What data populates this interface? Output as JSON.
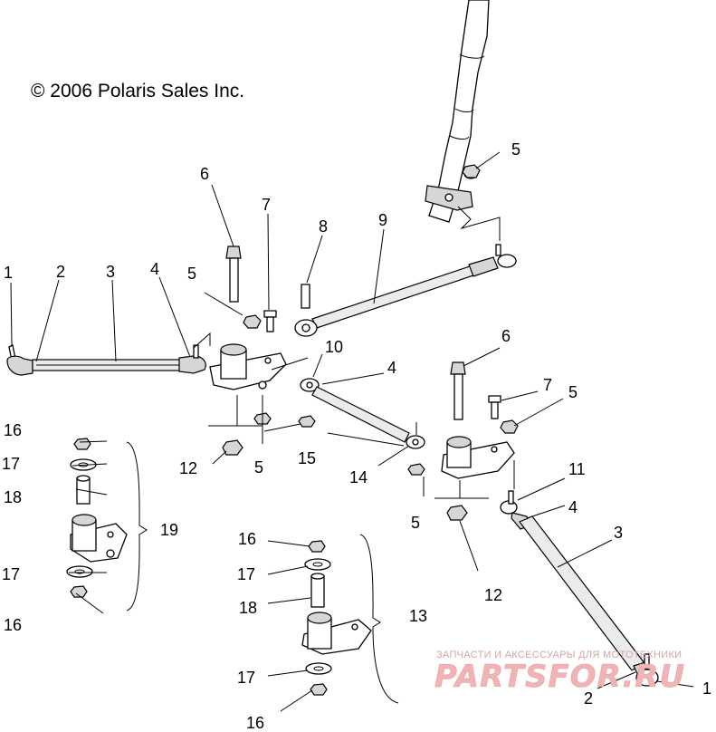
{
  "copyright": "© 2006 Polaris Sales Inc.",
  "watermark": {
    "tagline": "ЗАПЧАСТИ И АКСЕССУАРЫ ДЛЯ МОТОТЕХНИКИ",
    "brand": "PARTSFOR.RU"
  },
  "callouts": {
    "c1_left": "1",
    "c2_left": "2",
    "c3_left": "3",
    "c4_left": "4",
    "c5_arm_left": "5",
    "c6_left": "6",
    "c7_left": "7",
    "c8": "8",
    "c9": "9",
    "c10": "10",
    "c4_mid": "4",
    "c5_top": "5",
    "c6_right": "6",
    "c7_right": "7",
    "c5_arm_right": "5",
    "c11": "11",
    "c4_right": "4",
    "c3_right": "3",
    "c2_right": "2",
    "c1_right": "1",
    "c12_left": "12",
    "c5_lower_left": "5",
    "c15": "15",
    "c14": "14",
    "c5_lower_right": "5",
    "c12_right": "12",
    "c16_a": "16",
    "c17_a": "17",
    "c18_a": "18",
    "c19": "19",
    "c17_b": "17",
    "c16_b": "16",
    "c16_c": "16",
    "c17_c": "17",
    "c18_c": "18",
    "c13": "13",
    "c17_d": "17",
    "c16_d": "16"
  }
}
